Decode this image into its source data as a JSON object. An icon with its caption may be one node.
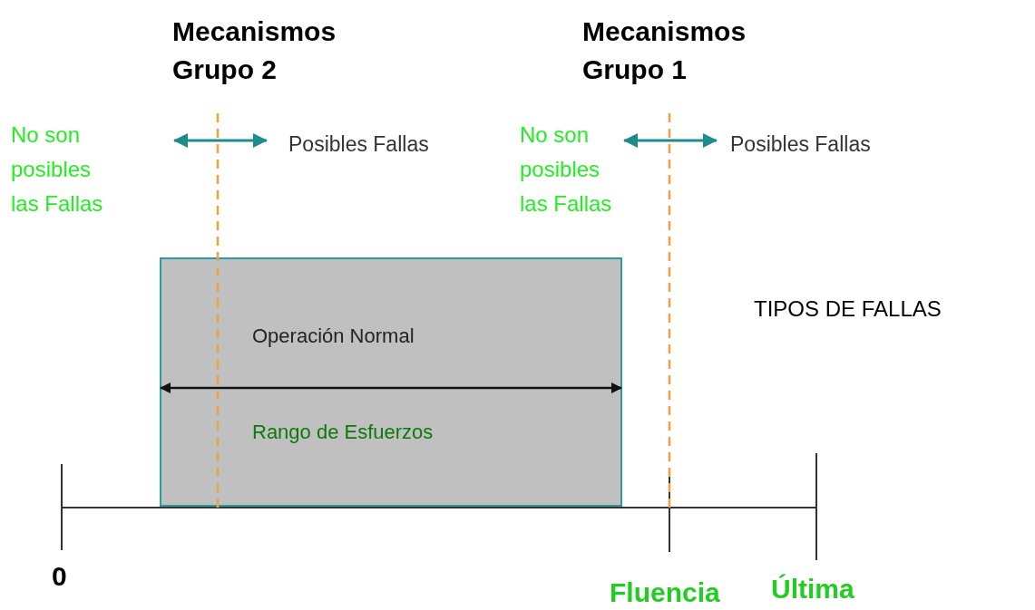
{
  "diagram": {
    "title": "TIPOS DE FALLAS",
    "nodes": [
      {
        "text": [
          "Operación Normal",
          "Rango de Esfuerzos"
        ]
      }
    ],
    "labels": [
      "Mecanismos Grupo 2",
      "Mecanismos Grupo 1",
      "No son posibles las Fallas",
      "Posibles Fallas",
      "No son posibles las Fallas",
      "Posibles Fallas",
      "0",
      "Fluencia",
      "Última"
    ]
  }
}
